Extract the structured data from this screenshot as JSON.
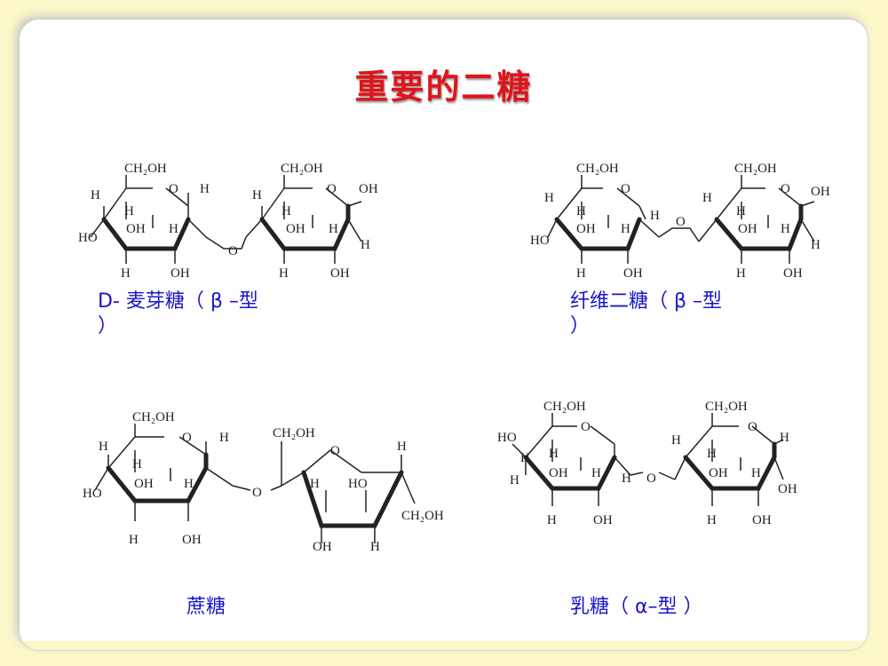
{
  "slide": {
    "title": "重要的二糖"
  },
  "structures": [
    {
      "id": "maltose",
      "caption_line1": "D- 麦芽糖（ β –型",
      "caption_line2": "）"
    },
    {
      "id": "cellobiose",
      "caption_line1": "纤维二糖（ β –型",
      "caption_line2": "）"
    },
    {
      "id": "sucrose",
      "caption": "蔗糖"
    },
    {
      "id": "lactose",
      "caption": "乳糖（ α–型 ）"
    }
  ],
  "atom_labels": {
    "ch2oh": "CH₂OH",
    "o": "O",
    "oh": "OH",
    "ho": "HO",
    "h": "H"
  }
}
